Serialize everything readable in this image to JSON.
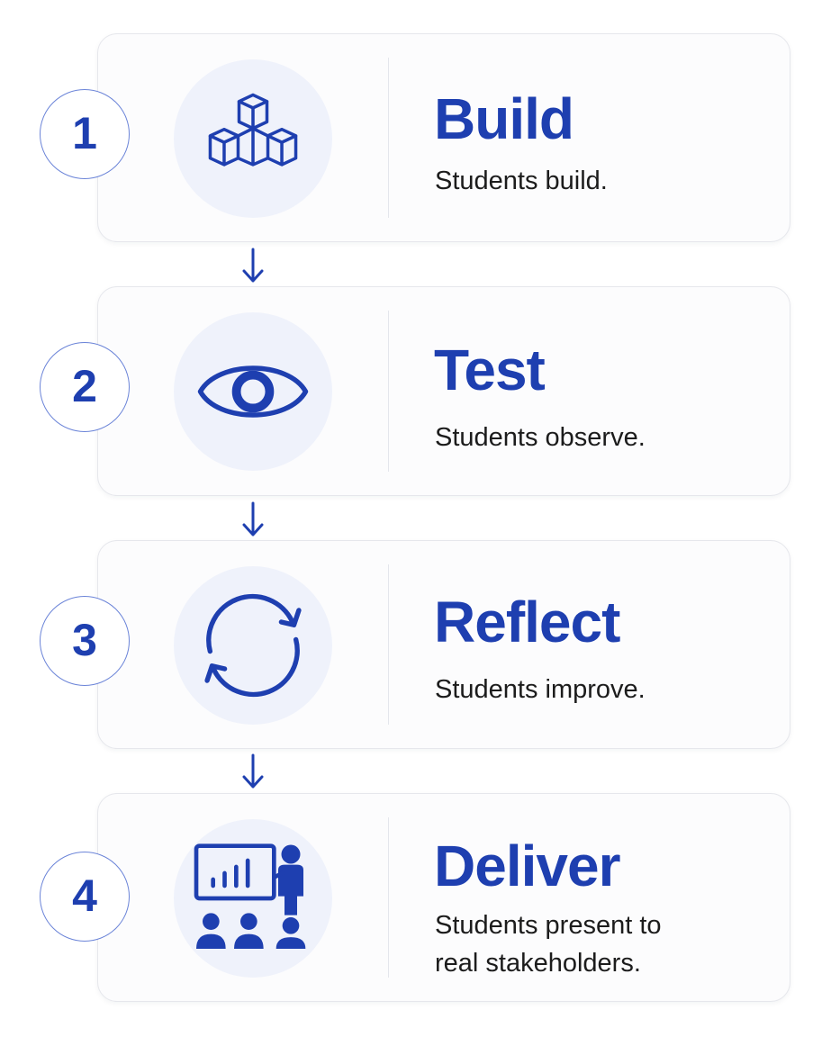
{
  "colors": {
    "accent": "#1e3fb0",
    "icon_bg": "#eff2fb",
    "number_border": "#6b84d8",
    "card_border": "#e6e7ec",
    "text": "#1c1c1c"
  },
  "steps": [
    {
      "number": "1",
      "title": "Build",
      "description_lines": [
        "Students build."
      ],
      "icon": "cubes-icon"
    },
    {
      "number": "2",
      "title": "Test",
      "description_lines": [
        "Students observe."
      ],
      "icon": "eye-icon"
    },
    {
      "number": "3",
      "title": "Reflect",
      "description_lines": [
        "Students improve."
      ],
      "icon": "refresh-cycle-icon"
    },
    {
      "number": "4",
      "title": "Deliver",
      "description_lines": [
        "Students present to",
        "real stakeholders."
      ],
      "icon": "presentation-icon"
    }
  ]
}
